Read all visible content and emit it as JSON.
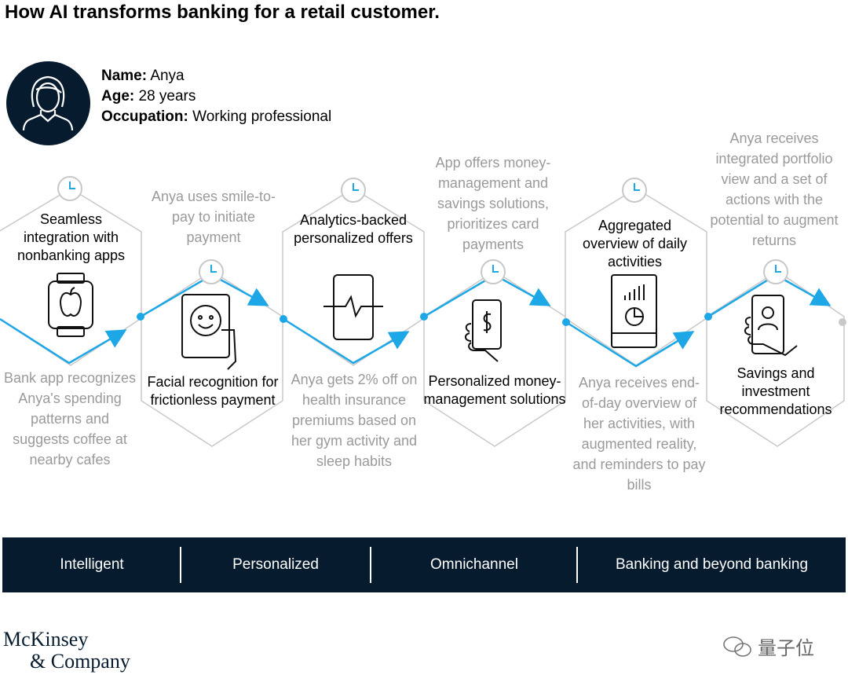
{
  "title": "How AI transforms banking for a retail customer.",
  "profile": {
    "name_label": "Name:",
    "name_value": "Anya",
    "age_label": "Age:",
    "age_value": "28 years",
    "occupation_label": "Occupation:",
    "occupation_value": "Working professional"
  },
  "steps": [
    {
      "label": "Seamless integration with nonbanking apps",
      "description": "Bank app recognizes Anya's spending patterns and suggests coffee at nearby cafes",
      "icon": "smartwatch-icon"
    },
    {
      "label": "Facial recognition for frictionless payment",
      "description": "Anya uses smile-to-pay to initiate payment",
      "icon": "face-recognition-icon"
    },
    {
      "label": "Analytics-backed personalized offers",
      "description": "Anya gets 2% off on health insurance premiums based on her gym activity and sleep habits",
      "icon": "heartbeat-phone-icon"
    },
    {
      "label": "Personalized money-management solutions",
      "description": "App offers money-management and savings solutions, prioritizes card payments",
      "icon": "phone-dollar-icon"
    },
    {
      "label": "Aggregated overview of daily activities",
      "description": "Anya receives end-of-day overview of her activities, with augmented reality, and reminders to pay bills",
      "icon": "tablet-charts-icon"
    },
    {
      "label": "Savings and investment recommendations",
      "description": "Anya receives integrated portfolio view and a set of actions with the potential to augment returns",
      "icon": "phone-advisor-icon"
    }
  ],
  "pillars": [
    "Intelligent",
    "Personalized",
    "Omnichannel",
    "Banking and beyond banking"
  ],
  "footer": {
    "logo_line1": "McKinsey",
    "logo_line2": "& Company",
    "watermark": "量子位"
  },
  "colors": {
    "accent": "#1ea7e6",
    "navy": "#071b2e",
    "gray_text": "#9a9a9a",
    "hex_stroke": "#c8c8c8"
  }
}
